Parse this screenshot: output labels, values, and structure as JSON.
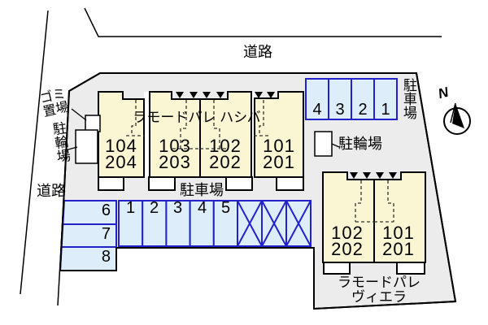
{
  "labels": {
    "road_top": "道路",
    "road_left": "道路",
    "garbage_line1": "ゴミ",
    "garbage_line2": "置場",
    "bicycle_left": "駐輪場",
    "bicycle_right": "駐輪場",
    "parking_top_right": "駐車場",
    "parking_center": "駐車場",
    "compass_north": "N"
  },
  "building_hashiba": {
    "name": "ラモードパレ ハシバ",
    "units": [
      {
        "floor1": "104",
        "floor2": "204"
      },
      {
        "floor1": "103",
        "floor2": "203"
      },
      {
        "floor1": "102",
        "floor2": "202"
      },
      {
        "floor1": "101",
        "floor2": "201"
      }
    ]
  },
  "building_viera": {
    "name_line1": "ラモードパレ",
    "name_line2": "ヴィエラ",
    "units": [
      {
        "floor1": "102",
        "floor2": "202"
      },
      {
        "floor1": "101",
        "floor2": "201"
      }
    ]
  },
  "parking_spaces": {
    "top_right_row": [
      "4",
      "3",
      "2",
      "1"
    ],
    "center_row": [
      "1",
      "2",
      "3",
      "4",
      "5"
    ],
    "left_column": [
      "6",
      "7",
      "8"
    ],
    "crossed_out_count": 3
  },
  "colors": {
    "site_fill": "#ececec",
    "building_fill": "#faf5d2",
    "parking_fill": "#deedfa",
    "parking_border": "#2222cc",
    "outline": "#000000"
  }
}
